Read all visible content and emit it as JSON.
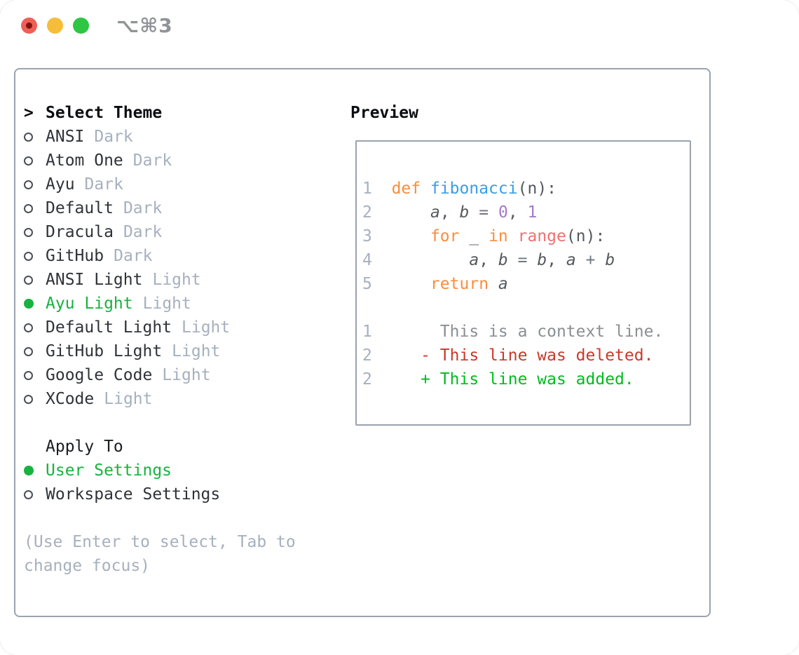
{
  "titlebar": {
    "shortcut": "⌥⌘3"
  },
  "window_controls": [
    {
      "name": "close-button",
      "color": "#EF5F55",
      "inner_dot": "#7E1410"
    },
    {
      "name": "minimize-button",
      "color": "#F6BD3B"
    },
    {
      "name": "maximize-button",
      "color": "#2EC643"
    }
  ],
  "theme_list": {
    "focus_indicator": ">",
    "title": "Select Theme",
    "items": [
      {
        "name": "ANSI",
        "tag": "Dark",
        "selected": false
      },
      {
        "name": "Atom One",
        "tag": "Dark",
        "selected": false
      },
      {
        "name": "Ayu",
        "tag": "Dark",
        "selected": false
      },
      {
        "name": "Default",
        "tag": "Dark",
        "selected": false
      },
      {
        "name": "Dracula",
        "tag": "Dark",
        "selected": false
      },
      {
        "name": "GitHub",
        "tag": "Dark",
        "selected": false
      },
      {
        "name": "ANSI Light",
        "tag": "Light",
        "selected": false
      },
      {
        "name": "Ayu Light",
        "tag": "Light",
        "selected": true
      },
      {
        "name": "Default Light",
        "tag": "Light",
        "selected": false
      },
      {
        "name": "GitHub Light",
        "tag": "Light",
        "selected": false
      },
      {
        "name": "Google Code",
        "tag": "Light",
        "selected": false
      },
      {
        "name": "XCode",
        "tag": "Light",
        "selected": false
      }
    ]
  },
  "apply_to": {
    "title": "Apply To",
    "options": [
      {
        "label": "User Settings",
        "selected": true
      },
      {
        "label": "Workspace Settings",
        "selected": false
      }
    ]
  },
  "hint_lines": [
    "(Use Enter to select, Tab to",
    "change focus)"
  ],
  "preview": {
    "title": "Preview",
    "code": [
      {
        "tokens": [
          [
            "ln",
            "1"
          ],
          [
            "sp",
            "  "
          ],
          [
            "kw",
            "def"
          ],
          [
            "sp",
            " "
          ],
          [
            "fn",
            "fibonacci"
          ],
          [
            "pl",
            "("
          ],
          [
            "pl",
            "n"
          ],
          [
            "pl",
            "):"
          ]
        ]
      },
      {
        "tokens": [
          [
            "ln",
            "2"
          ],
          [
            "sp",
            "      "
          ],
          [
            "var",
            "a"
          ],
          [
            "pl",
            ", "
          ],
          [
            "var",
            "b"
          ],
          [
            "sp",
            " "
          ],
          [
            "op",
            "="
          ],
          [
            "sp",
            " "
          ],
          [
            "num",
            "0"
          ],
          [
            "pl",
            ", "
          ],
          [
            "num",
            "1"
          ]
        ]
      },
      {
        "tokens": [
          [
            "ln",
            "3"
          ],
          [
            "sp",
            "      "
          ],
          [
            "kw",
            "for"
          ],
          [
            "sp",
            " "
          ],
          [
            "pl",
            "_"
          ],
          [
            "sp",
            " "
          ],
          [
            "kw",
            "in"
          ],
          [
            "sp",
            " "
          ],
          [
            "call",
            "range"
          ],
          [
            "pl",
            "("
          ],
          [
            "pl",
            "n"
          ],
          [
            "pl",
            "):"
          ]
        ]
      },
      {
        "tokens": [
          [
            "ln",
            "4"
          ],
          [
            "sp",
            "          "
          ],
          [
            "var",
            "a"
          ],
          [
            "pl",
            ", "
          ],
          [
            "var",
            "b"
          ],
          [
            "sp",
            " "
          ],
          [
            "op",
            "="
          ],
          [
            "sp",
            " "
          ],
          [
            "var",
            "b"
          ],
          [
            "pl",
            ", "
          ],
          [
            "var",
            "a"
          ],
          [
            "sp",
            " "
          ],
          [
            "op",
            "+"
          ],
          [
            "sp",
            " "
          ],
          [
            "var",
            "b"
          ]
        ]
      },
      {
        "tokens": [
          [
            "ln",
            "5"
          ],
          [
            "sp",
            "      "
          ],
          [
            "kw",
            "return"
          ],
          [
            "sp",
            " "
          ],
          [
            "var",
            "a"
          ]
        ]
      },
      {
        "tokens": []
      },
      {
        "tokens": [
          [
            "ln",
            "1"
          ],
          [
            "sp",
            "       "
          ],
          [
            "ctx",
            "This is a context line."
          ]
        ]
      },
      {
        "tokens": [
          [
            "ln",
            "2"
          ],
          [
            "sp",
            "     "
          ],
          [
            "del",
            "- This line was deleted."
          ]
        ]
      },
      {
        "tokens": [
          [
            "ln",
            "2"
          ],
          [
            "sp",
            "     "
          ],
          [
            "add",
            "+ This line was added."
          ]
        ]
      }
    ]
  },
  "colors": {
    "accent_green": "#17B33E",
    "diff_added": "#00BC1F",
    "diff_deleted": "#C8392B",
    "keyword_orange": "#FA8D3E",
    "function_blue": "#399EE6",
    "builtin_coral": "#F07171",
    "number_purple": "#A37ACC",
    "muted_gray": "#A6B0BF",
    "text_dark": "#2F3338",
    "border_gray": "#9AA3AF"
  }
}
